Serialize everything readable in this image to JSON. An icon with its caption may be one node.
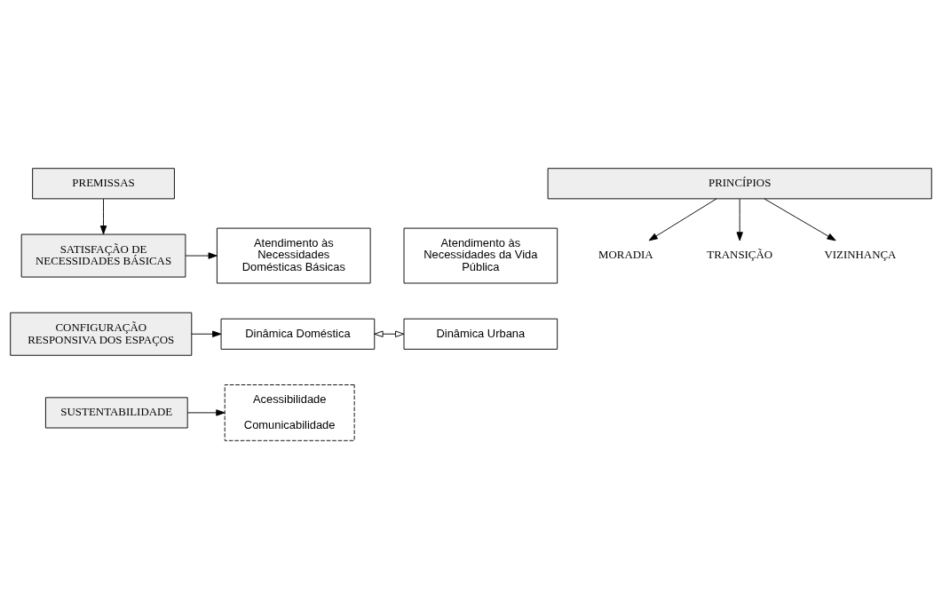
{
  "diagram": {
    "nodes": [
      {
        "text": [
          "PREMISSAS"
        ]
      },
      {
        "text": [
          "PRINCÍPIOS"
        ]
      },
      {
        "text": [
          "MORADIA"
        ]
      },
      {
        "text": [
          "TRANSIÇÃO"
        ]
      },
      {
        "text": [
          "VIZINHANÇA"
        ]
      },
      {
        "text": [
          "SATISFAÇÃO DE NECESSIDADES BÁSICAS"
        ]
      },
      {
        "text": [
          "Atendimento às Necessidades Domésticas Básicas"
        ]
      },
      {
        "text": [
          "Atendimento às Necessidades da Vida Pública"
        ]
      },
      {
        "text": [
          "CONFIGURAÇÃO RESPONSIVA DOS ESPAÇOS"
        ]
      },
      {
        "text": [
          "Dinâmica Doméstica"
        ]
      },
      {
        "text": [
          "Dinâmica Urbana"
        ]
      },
      {
        "text": [
          "SUSTENTABILIDADE"
        ]
      },
      {
        "text": [
          "Acessibilidade",
          "Comunicabilidade"
        ]
      }
    ],
    "edges": [
      {
        "from": 0,
        "to": 5,
        "arrow": "to"
      },
      {
        "from": 1,
        "to": 2,
        "arrow": "to"
      },
      {
        "from": 1,
        "to": 3,
        "arrow": "to"
      },
      {
        "from": 1,
        "to": 4,
        "arrow": "to"
      },
      {
        "from": 5,
        "to": 6,
        "arrow": "to"
      },
      {
        "from": 8,
        "to": 9,
        "arrow": "to"
      },
      {
        "from": 9,
        "to": 10,
        "arrow": "both"
      },
      {
        "from": 11,
        "to": 12,
        "arrow": "to"
      }
    ]
  }
}
